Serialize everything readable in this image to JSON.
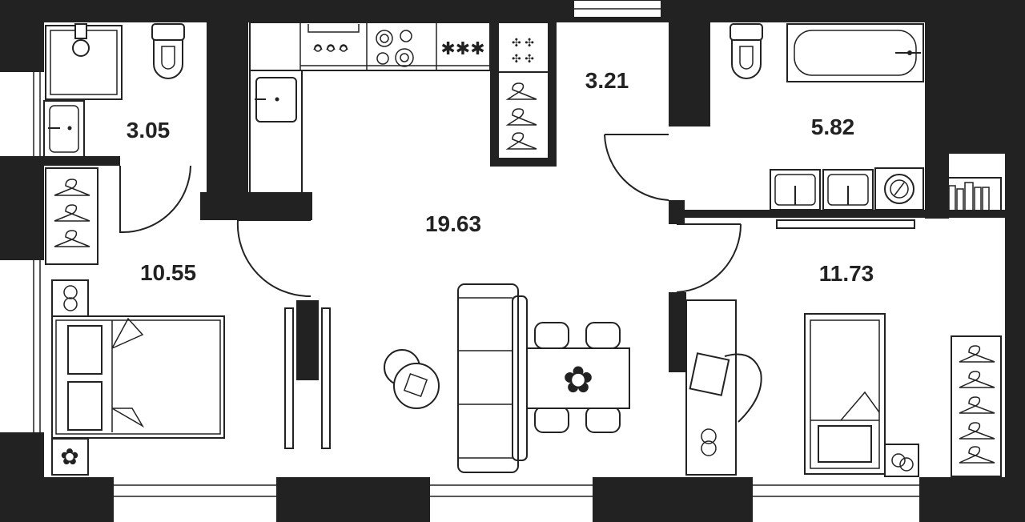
{
  "colors": {
    "wall": "#222222",
    "floor": "#ffffff"
  },
  "rooms": [
    {
      "id": "bathroom-small",
      "area": "3.05"
    },
    {
      "id": "hallway",
      "area": "3.21"
    },
    {
      "id": "bathroom-large",
      "area": "5.82"
    },
    {
      "id": "living-kitchen",
      "area": "19.63"
    },
    {
      "id": "bedroom-left",
      "area": "10.55"
    },
    {
      "id": "bedroom-right",
      "area": "11.73"
    }
  ],
  "icons": [
    "sink-icon",
    "toilet-icon",
    "stove-icon",
    "oven-icon",
    "bathtub-icon",
    "washing-machine-icon",
    "hanger-icon",
    "bed-icon",
    "sofa-icon",
    "dining-table-icon",
    "armchair-icon",
    "desk-icon",
    "flower-icon",
    "books-icon"
  ]
}
